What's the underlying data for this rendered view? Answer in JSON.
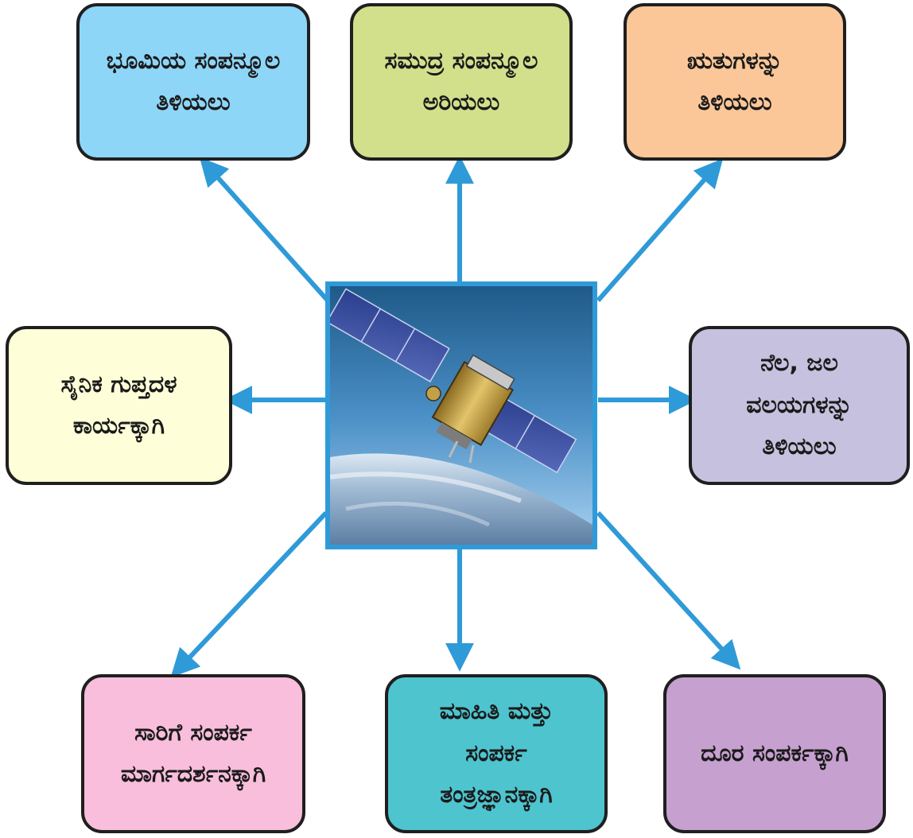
{
  "boxes": {
    "top_left": {
      "text": "ಭೂಮಿಯ ಸಂಪನ್ಮೂಲ\nತಿಳಿಯಲು",
      "color": "#8ed6f8"
    },
    "top_center": {
      "text": "ಸಮುದ್ರ ಸಂಪನ್ಮೂಲ\nಅರಿಯಲು",
      "color": "#d2e08c"
    },
    "top_right": {
      "text": "ಋತುಗಳನ್ನು\nತಿಳಿಯಲು",
      "color": "#fbc799"
    },
    "middle_left": {
      "text": "ಸೈನಿಕ ಗುಪ್ತದಳ\nಕಾರ್ಯಕ್ಕಾಗಿ",
      "color": "#fefed8"
    },
    "middle_right": {
      "text": "ನೆಲ, ಜಲ\nವಲಯಗಳನ್ನು\nತಿಳಿಯಲು",
      "color": "#c5c1de"
    },
    "bottom_left": {
      "text": "ಸಾರಿಗೆ ಸಂಪರ್ಕ\nಮಾರ್ಗದರ್ಶನಕ್ಕಾಗಿ",
      "color": "#f8bedb"
    },
    "bottom_center": {
      "text": "ಮಾಹಿತಿ ಮತ್ತು\nಸಂಪರ್ಕ\nತಂತ್ರಜ್ಞಾನಕ್ಕಾಗಿ",
      "color": "#4ec4cf"
    },
    "bottom_right": {
      "text": "ದೂರ ಸಂಪರ್ಕಕ್ಕಾಗಿ",
      "color": "#c6a0cf"
    }
  },
  "arrow_color": "#2f9ad8",
  "center_image": "satellite-orbiting-earth"
}
